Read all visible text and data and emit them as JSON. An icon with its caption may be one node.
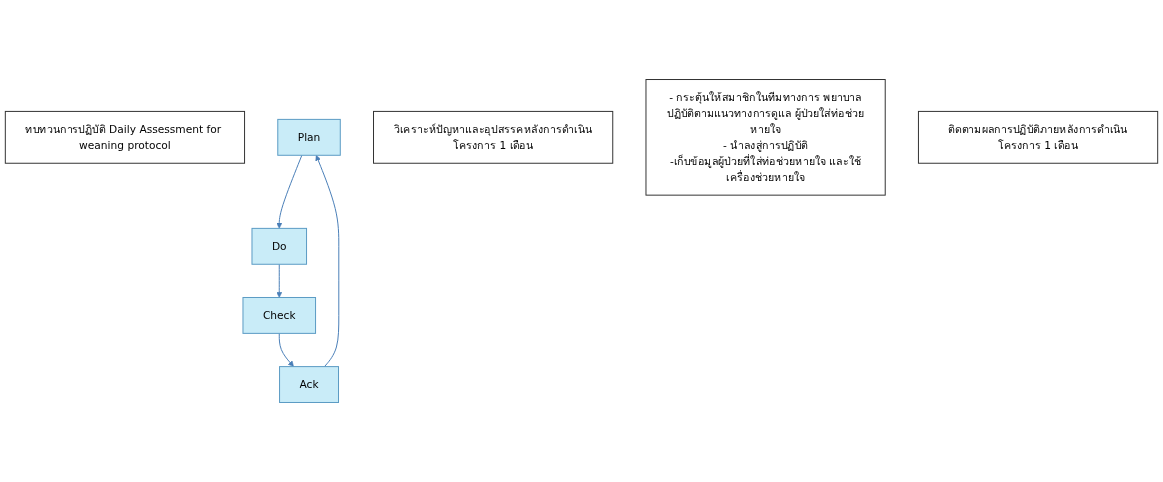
{
  "diagram": {
    "nodes": [
      {
        "text": [
          "ทบทวนการปฏิบัติ Daily Assessment for weaning protocol"
        ]
      },
      {
        "text": [
          "Plan"
        ]
      },
      {
        "text": [
          "Do"
        ]
      },
      {
        "text": [
          "Check"
        ]
      },
      {
        "text": [
          "Ack"
        ]
      },
      {
        "text": [
          "วิเคราะห์ปัญหาและอุปสรรคหลังการดำเนินโครงการ 1 เดือน"
        ]
      },
      {
        "text": [
          "- กระตุ้นให้สมาชิกในทีมทางการ พยาบาลปฏิบัติตามแนวทางการดูแล ผู้ป่วยใส่ท่อช่วยหายใจ",
          "- นำลงสู่การปฏิบัติ",
          "-เก็บข้อมูลผู้ป่วยที่ใส่ท่อช่วยหายใจ และใช้เครื่องช่วยหายใจ"
        ]
      },
      {
        "text": [
          "ติดตามผลการปฏิบัติภายหลังการดำเนินโครงการ 1 เดือน"
        ]
      }
    ],
    "edges": [
      {
        "from": 1,
        "to": 2,
        "arrow": "to"
      },
      {
        "from": 2,
        "to": 3,
        "arrow": "to"
      },
      {
        "from": 3,
        "to": 4,
        "arrow": "to"
      },
      {
        "from": 4,
        "to": 1,
        "arrow": "to"
      }
    ]
  }
}
